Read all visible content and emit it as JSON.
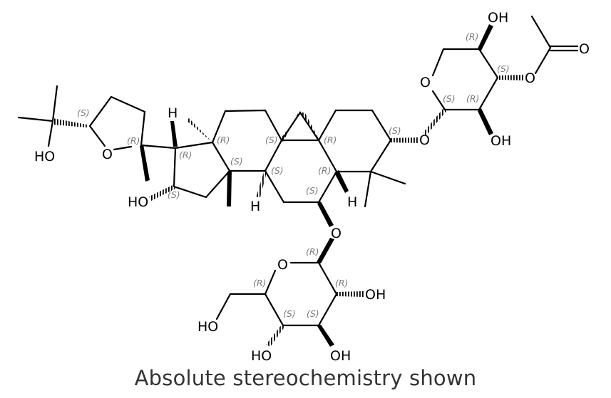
{
  "caption": "Absolute stereochemistry shown",
  "atoms": {
    "ho_side": "HO",
    "o_thf": "O",
    "h_c20": "H",
    "ho_c16": "HO",
    "h_c9": "H",
    "h_c5": "H",
    "o_c6": "O",
    "o_xyl_link": "O",
    "o_xyl_ring": "O",
    "oh_xyl_top": "OH",
    "o_acetyl": "O",
    "o_carbonyl": "O",
    "oh_xyl_bottom": "OH",
    "o_glc_ring": "O",
    "oh_glc_c2": "OH",
    "ho_glc_c6": "HO",
    "ho_glc_c4": "HO",
    "oh_glc_c3": "OH"
  },
  "stereo": {
    "s_thf": "(S)",
    "r_c24": "(R)",
    "r_c17": "(R)",
    "r_c13": "(R)",
    "s_c16": "(S)",
    "s_c14": "(S)",
    "s_c8": "(S)",
    "s_c9": "(S)",
    "r_c10": "(R)",
    "r_c5": "(R)",
    "s_c6": "(S)",
    "s_c3": "(S)",
    "r_xyl_top": "(R)",
    "s_xyl_c3": "(S)",
    "s_xyl_c1": "(S)",
    "r_xyl_c2": "(R)",
    "r_glc_c1": "(R)",
    "r_glc_c5": "(R)",
    "r_glc_c2": "(R)",
    "s_glc_c4": "(S)",
    "s_glc_c3": "(S)"
  }
}
